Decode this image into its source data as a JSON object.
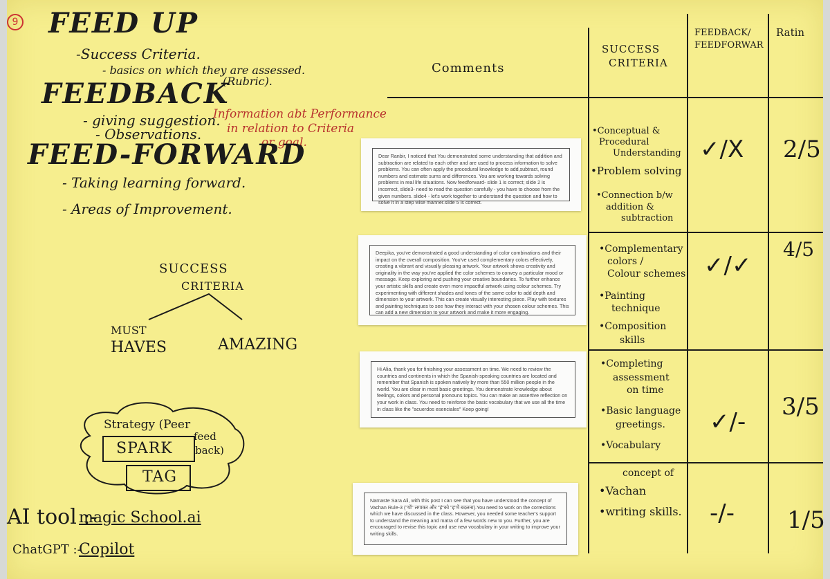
{
  "corner_tag": "9",
  "left": {
    "feed_up": "FEED UP",
    "feed_up_items": [
      "-Success Criteria.",
      "- basics on which they are assessed.",
      "(Rubric)."
    ],
    "feedback": "FEEDBACK",
    "feedback_items": [
      "- giving suggestion.",
      "- Observations."
    ],
    "feedback_red_note": [
      "Information abt Performance",
      "in relation to Criteria",
      "or goal."
    ],
    "feed_forward": "FEED-FORWARD",
    "feed_forward_items": [
      "- Taking learning forward.",
      "- Areas of Improvement."
    ],
    "success_criteria": [
      "SUCCESS",
      "CRITERIA"
    ],
    "must_haves": [
      "MUST",
      "HAVES"
    ],
    "amazing": "AMAZING",
    "strategy": "Strategy (Peer",
    "feedback_side": [
      "feed",
      "back)"
    ],
    "spark": "SPARK",
    "tag": "TAG",
    "ai_tool_label": "AI tool :-",
    "ai_tool_value": "magic School.ai",
    "chatgpt_label": "ChatGPT :-",
    "chatgpt_value": "Copilot"
  },
  "header": {
    "comments": "Comments",
    "success_criteria": [
      "SUCCESS",
      "CRITERIA"
    ],
    "feedback_feedforward": [
      "FEEDBACK/",
      "FEEDFORWAR"
    ],
    "rating": "Ratin"
  },
  "rows": [
    {
      "comment": "Dear Ranbir, I noticed that You demonstrated some understanding that addition and subtraction are related to each other and are used to process information to solve problems. You can often apply the procedural knowledge to add,subtract, round numbers and estimate sums and differences. You are working towards solving problems in real life situations. Now feedforward- slide 1 is correct; slide 2 is incorrect, slide3- need to read the question carefully - you have to choose from the given numbers. slide4 - let's work together to understand the question and how to solve it in a step wise manner.slide 5 is correct.",
      "criteria": [
        "•Conceptual &",
        "Procedural",
        "Understanding",
        "•Problem solving",
        "•Connection b/w",
        "addition &",
        "subtraction"
      ],
      "mark": "✓/X",
      "rating": "2/5"
    },
    {
      "comment": "Deepika, you've demonstrated a good understanding of color combinations and their impact on the overall composition. You've used complementary colors effectively, creating a vibrant and visually pleasing artwork. Your artwork shows creativity and originality in the way you've applied the color schemes to convey a particular mood or message. Keep exploring and pushing your creative boundaries. To further enhance your artistic skills and create even more impactful artwork using colour schemes. Try experimenting with different shades and tones of the same color to add depth and dimension to your artwork. This can create visually interesting piece. Play with textures and painting techniques to see how they interact with your chosen colour schemes. This can add a new dimension to your artwork and make it more engaging.",
      "criteria": [
        "•Complementary",
        "colors /",
        "Colour schemes",
        "•Painting",
        "technique",
        "•Composition",
        "skills"
      ],
      "mark": "✓/✓",
      "rating": "4/5"
    },
    {
      "comment": "Hi Alia, thank you for finishing your assessment on time. We need to review the countries and continents in which the Spanish-speaking countries are located and remember that Spanish is spoken natively by more than 550 million people in the world. You are clear in most basic greetings. You demonstrate knowledge about feelings, colors and personal pronouns topics. You can make an assertive reflection on your work in class. You need to reinforce the basic vocabulary that we use all the time in class like the \"acuerdos esenciales\" Keep going!",
      "criteria": [
        "•Completing",
        "assessment",
        "on time",
        "•Basic language",
        "greetings.",
        "•Vocabulary"
      ],
      "mark": "✓/-",
      "rating": "3/5"
    },
    {
      "comment": "Namaste Sara Ali, with this post I can see that you have understood the concept of Vachan Rule-3 (\"यों\" लगाकर और \"इं\"को \"इ\"में बदलना).You need to work on the corrections which we have discussed in the class. However, you needed some teacher's support to understand the meaning and matra of a few words new to you. Further, you are encouraged to revise this topic and use new vocabulary in your writing to improve your writing skills.",
      "criteria": [
        "concept of",
        "•Vachan",
        "•writing skills."
      ],
      "mark": "-/-",
      "rating": "1/5"
    }
  ]
}
